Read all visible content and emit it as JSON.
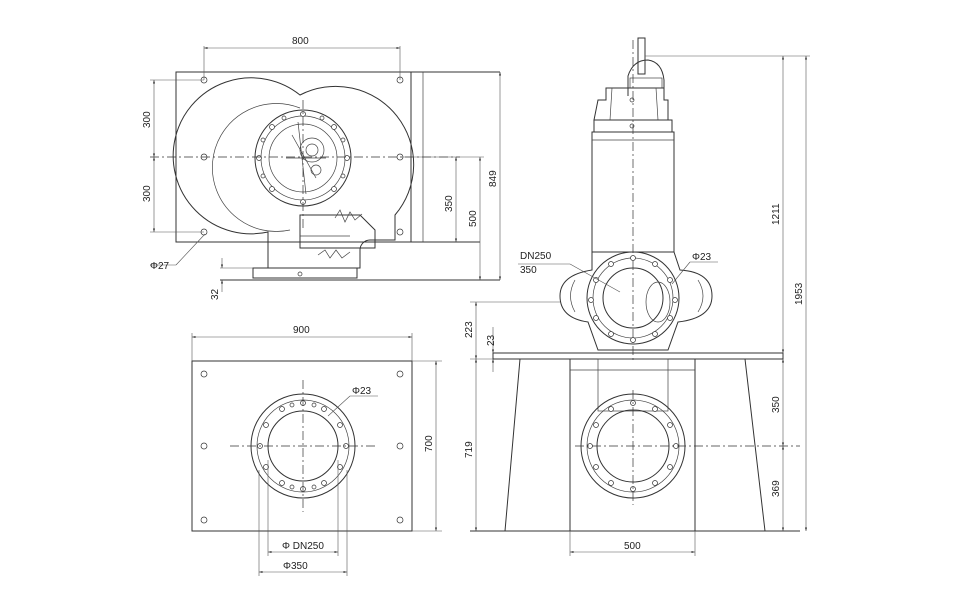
{
  "top_view": {
    "width": "800",
    "hole_spacing_1": "300",
    "hole_spacing_2": "300",
    "hole_diameter": "Φ27",
    "height_350": "350",
    "height_500": "500",
    "height_849": "849",
    "base_offset": "32"
  },
  "plan_view": {
    "width": "900",
    "height": "700",
    "bolt_hole": "Φ23",
    "outlet_dn": "Φ DN250",
    "outlet_pcd": "Φ350"
  },
  "side_view": {
    "flange_dn": "DN250",
    "flange_pcd": "350",
    "bolt_hole": "Φ23",
    "total_height": "1953",
    "pump_height": "1211",
    "height_223": "223",
    "height_23": "23",
    "stand_height": "719",
    "outlet_center": "350",
    "outlet_bottom": "369",
    "stand_width": "500"
  }
}
